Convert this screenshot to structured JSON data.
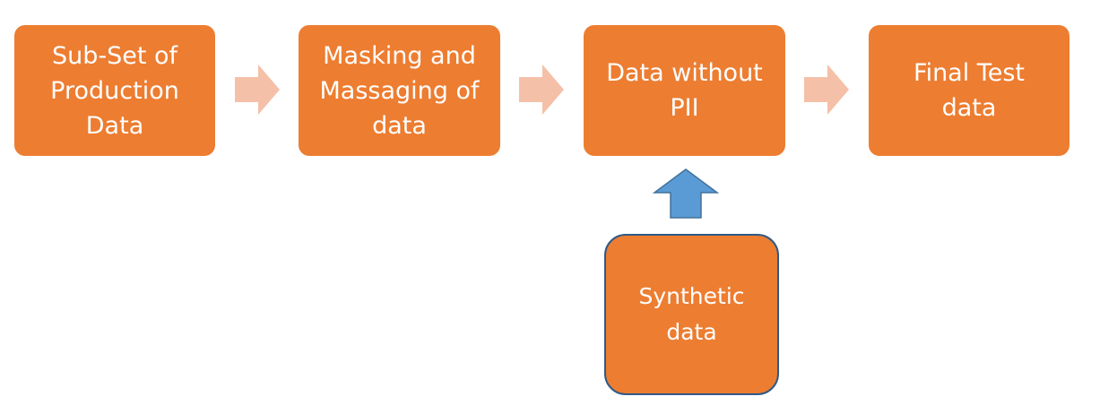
{
  "colors": {
    "box_fill": "#ED7D31",
    "box_text": "#FFFFFF",
    "flow_arrow": "#F5C0A8",
    "up_arrow_fill": "#5B9BD5",
    "up_arrow_stroke": "#41719C",
    "synthetic_border": "#2F5A87"
  },
  "flow": {
    "step1": {
      "line1": "Sub-Set of",
      "line2": "Production",
      "line3": "Data"
    },
    "step2": {
      "line1": "Masking and",
      "line2": "Massaging of",
      "line3": "data"
    },
    "step3": {
      "line1": "Data without",
      "line2": "PII"
    },
    "step4": {
      "line1": "Final Test",
      "line2": "data"
    }
  },
  "source": {
    "line1": "Synthetic",
    "line2": "data"
  }
}
